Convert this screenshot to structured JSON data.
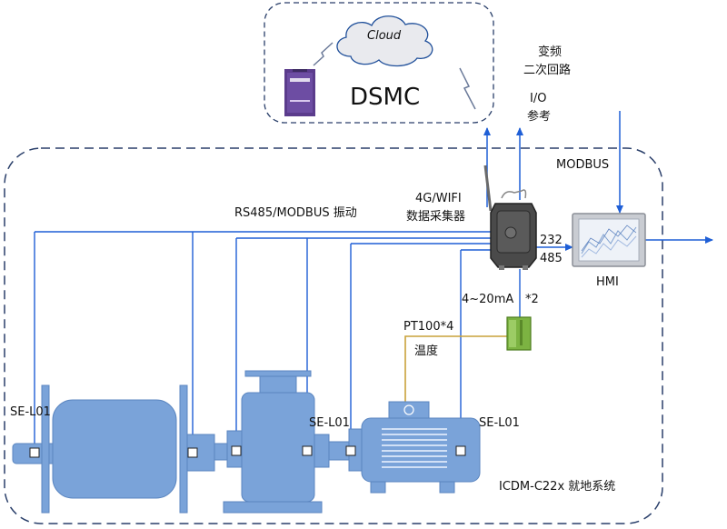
{
  "cloud": {
    "label": "Cloud",
    "platform_label": "DSMC"
  },
  "vfd_loop": {
    "line1": "变频",
    "line2": "二次回路"
  },
  "io_ref": {
    "line1": "I/O",
    "line2": "参考"
  },
  "modbus_label": "MODBUS",
  "rs485_label": "RS485/MODBUS 振动",
  "collector": {
    "line1": "4G/WIFI",
    "line2": "数据采集器"
  },
  "port_232": "232",
  "port_485": "485",
  "hmi_label": "HMI",
  "analog_label": "4~20mA",
  "analog_count": "*2",
  "pt100_label": "PT100*4",
  "temp_label": "温度",
  "sensor_labels": {
    "left": "SE-L01",
    "middle": "SE-L01",
    "right": "SE-L01"
  },
  "system_label": "ICDM-C22x 就地系统",
  "colors": {
    "line": "#1f5fd6",
    "machine": "#7aa3d9",
    "machine_edge": "#5b86c0",
    "dash": "#2a3f6a",
    "temp_wire": "#c9a23a"
  }
}
